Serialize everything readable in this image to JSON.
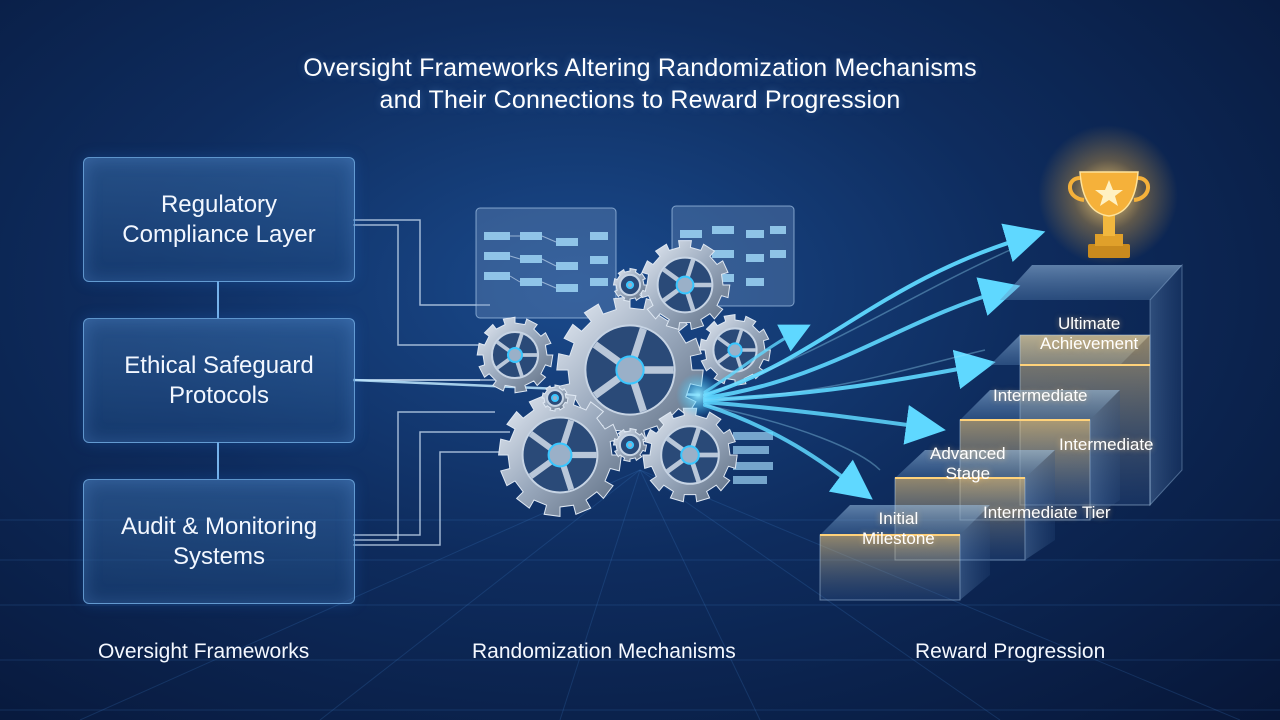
{
  "title": {
    "line1": "Oversight Frameworks Altering Randomization Mechanisms",
    "line2": "and Their Connections to Reward Progression"
  },
  "frameworks": [
    {
      "line1": "Regulatory",
      "line2": "Compliance Layer"
    },
    {
      "line1": "Ethical Safeguard",
      "line2": "Protocols"
    },
    {
      "line1": "Audit & Monitoring",
      "line2": "Systems"
    }
  ],
  "column_labels": {
    "oversight": "Oversight Frameworks",
    "randomization": "Randomization Mechanisms",
    "reward": "Reward Progression"
  },
  "steps": {
    "initial": {
      "line1": "Initial",
      "line2": "Milestone"
    },
    "intermediate_tier": "Intermediate Tier",
    "advanced": {
      "line1": "Advanced",
      "line2": "Stage"
    },
    "intermediate_right": "Intermediate",
    "intermediate_upper": "Intermediate",
    "ultimate": {
      "line1": "Ultimate",
      "line2": "Achievement"
    }
  },
  "colors": {
    "accent": "#39c6ff",
    "gold": "#f5b13a",
    "box_border": "#78b4eb"
  }
}
